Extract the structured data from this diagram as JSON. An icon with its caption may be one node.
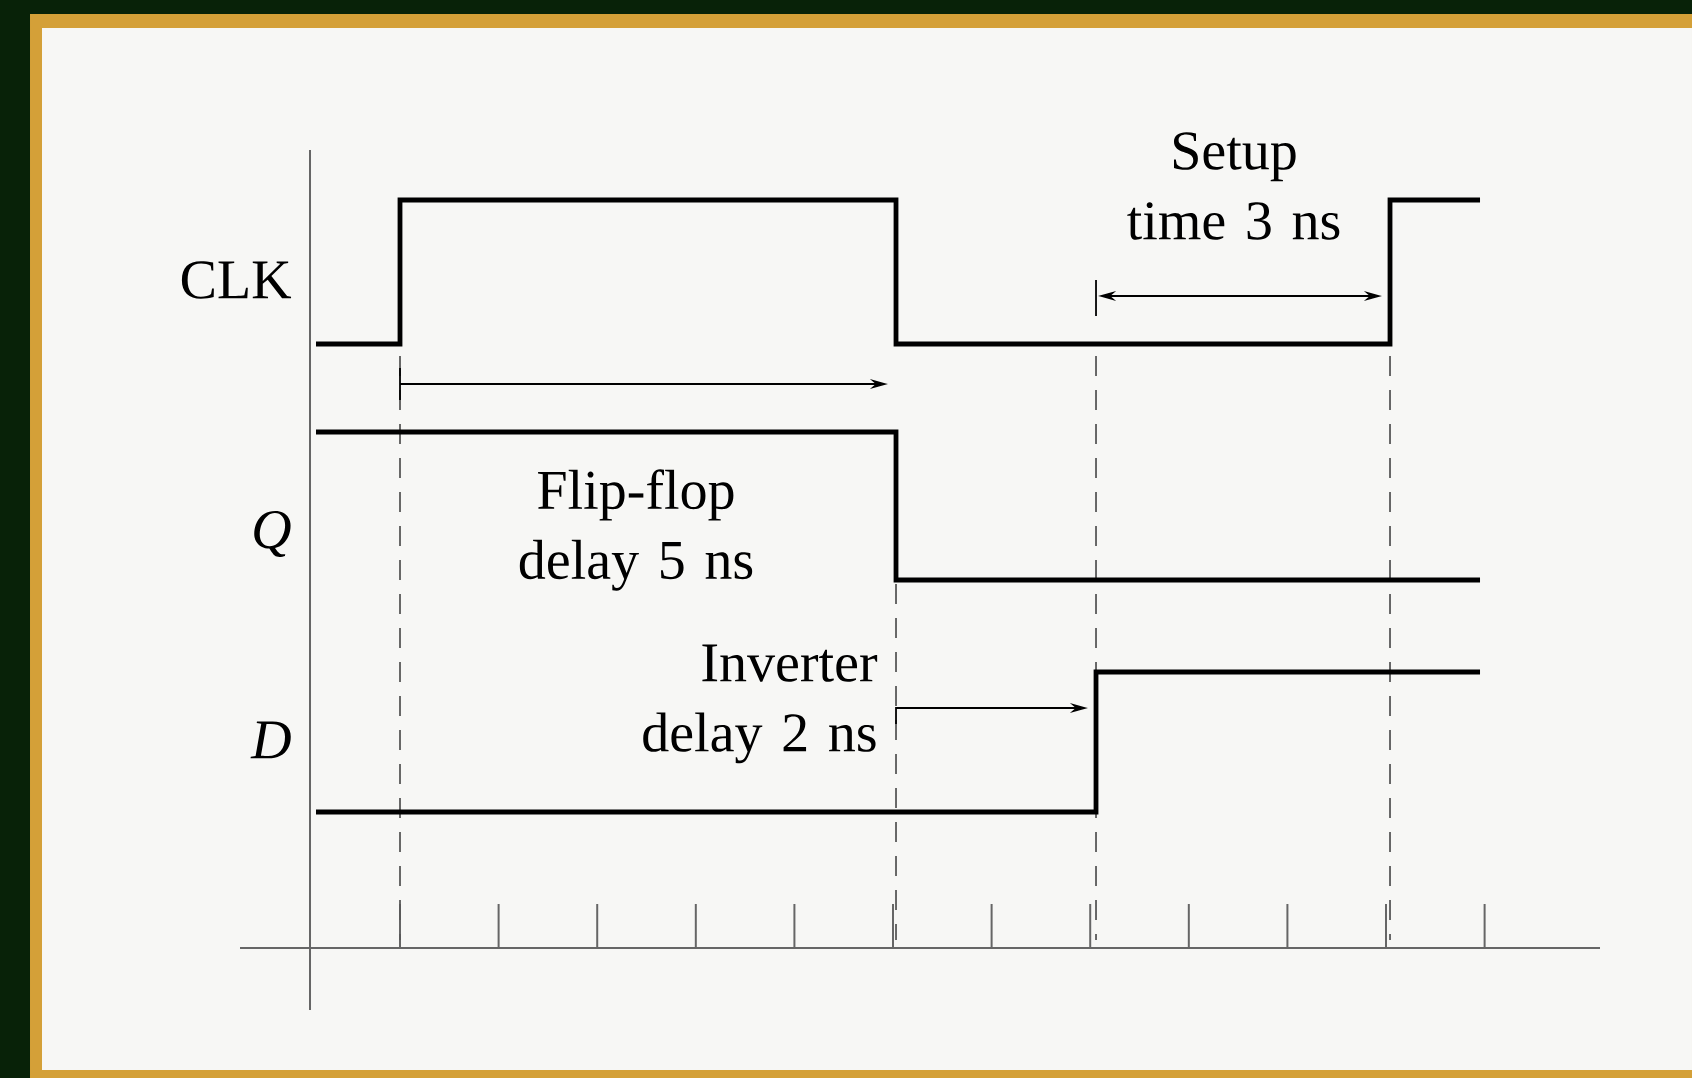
{
  "diagram": {
    "labels": [
      "Setup time 3 ns",
      "CLK",
      "Q",
      "Flip-flop delay 5 ns",
      "D",
      "Inverter delay 2 ns"
    ]
  }
}
